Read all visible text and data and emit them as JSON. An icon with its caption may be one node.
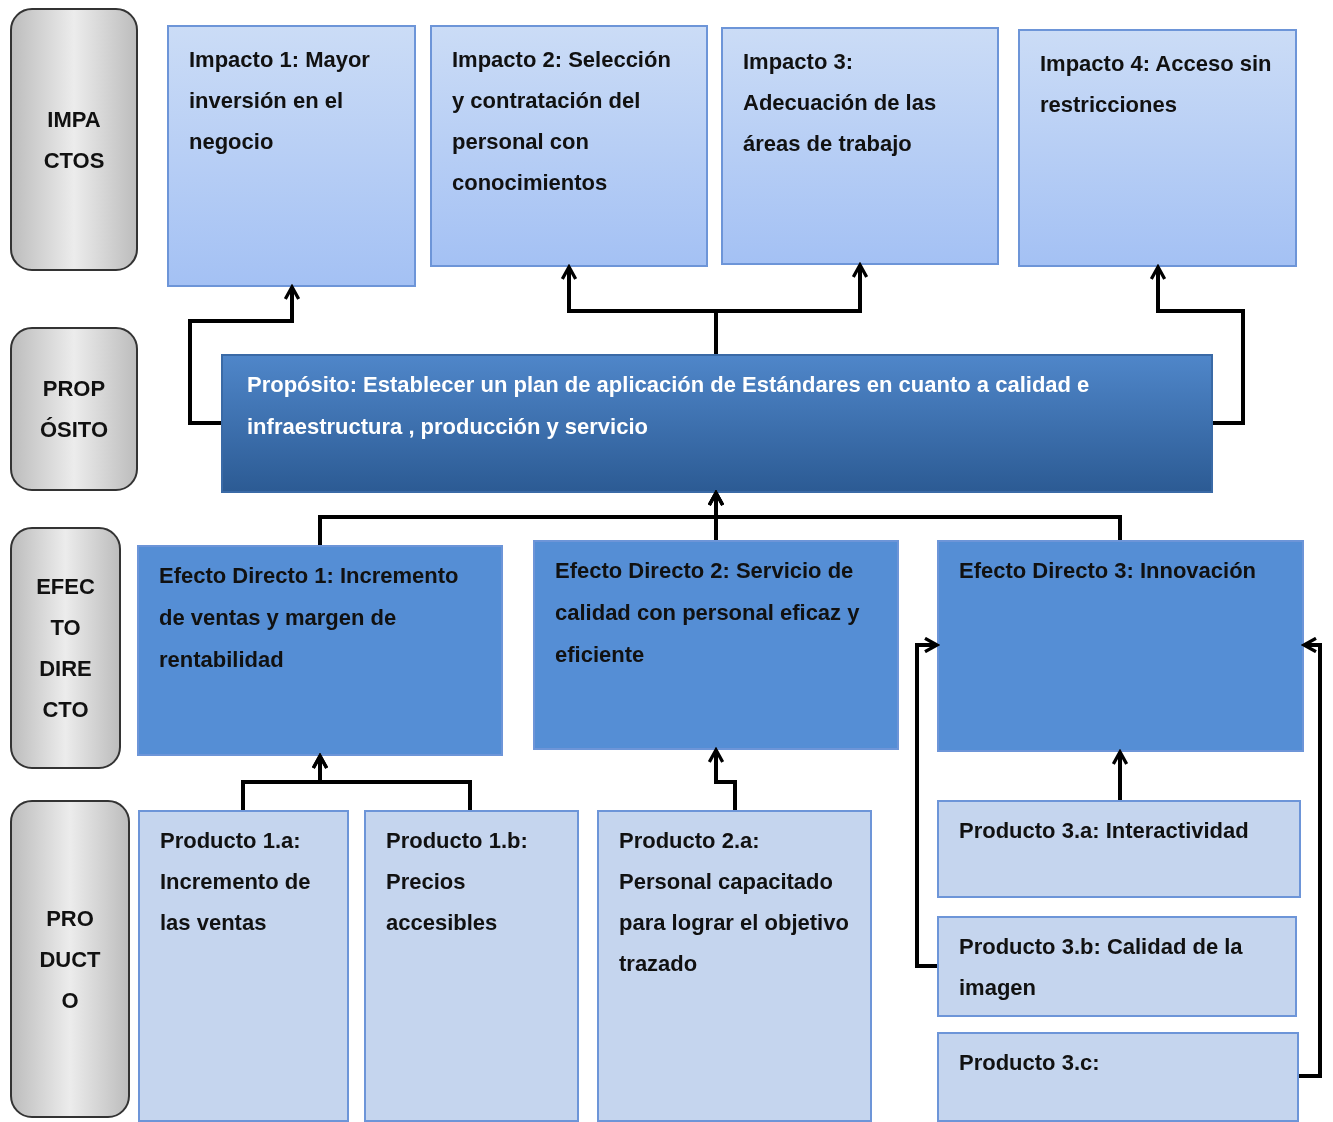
{
  "diagram": {
    "nodes": [
      {
        "text": [
          "IMPA CTOS"
        ]
      },
      {
        "text": [
          "PROP ÓSITO"
        ]
      },
      {
        "text": [
          "EFEC TO DIRE CTO"
        ]
      },
      {
        "text": [
          "PRO DUCT O"
        ]
      },
      {
        "text": [
          "Impacto 1: Mayor inversión en el negocio"
        ]
      },
      {
        "text": [
          "Impacto 2: Selección y contratación del personal con conocimientos"
        ]
      },
      {
        "text": [
          "Impacto 3: Adecuación de las áreas de trabajo"
        ]
      },
      {
        "text": [
          "Impacto 4: Acceso sin restricciones"
        ]
      },
      {
        "text": [
          "Propósito: Establecer un plan de aplicación de Estándares en cuanto a calidad e infraestructura , producción y servicio"
        ]
      },
      {
        "text": [
          "Efecto Directo 1: Incremento de ventas y margen de rentabilidad"
        ]
      },
      {
        "text": [
          "Efecto Directo 2: Servicio de calidad con personal eficaz y eficiente"
        ]
      },
      {
        "text": [
          "Efecto Directo 3: Innovación"
        ]
      },
      {
        "text": [
          "Producto 1.a: Incremento de las  ventas"
        ]
      },
      {
        "text": [
          "Producto 1.b: Precios accesibles"
        ]
      },
      {
        "text": [
          "Producto 2.a: Personal capacitado para lograr el objetivo trazado"
        ]
      },
      {
        "text": [
          "Producto 3.a: Interactividad"
        ]
      },
      {
        "text": [
          "Producto 3.b: Calidad de la imagen"
        ]
      },
      {
        "text": [
          "Producto 3.c:"
        ]
      }
    ],
    "edges": [
      {
        "from": 8,
        "to": 4,
        "arrow": "to"
      },
      {
        "from": 8,
        "to": 5,
        "arrow": "to"
      },
      {
        "from": 8,
        "to": 6,
        "arrow": "to"
      },
      {
        "from": 8,
        "to": 7,
        "arrow": "to"
      },
      {
        "from": 9,
        "to": 8,
        "arrow": "to"
      },
      {
        "from": 10,
        "to": 8,
        "arrow": "to"
      },
      {
        "from": 11,
        "to": 8,
        "arrow": "to"
      },
      {
        "from": 12,
        "to": 9,
        "arrow": "to"
      },
      {
        "from": 13,
        "to": 9,
        "arrow": "to"
      },
      {
        "from": 14,
        "to": 10,
        "arrow": "to"
      },
      {
        "from": 15,
        "to": 11,
        "arrow": "to"
      },
      {
        "from": 16,
        "to": 11,
        "arrow": "to"
      },
      {
        "from": 17,
        "to": 11,
        "arrow": "to"
      }
    ]
  }
}
